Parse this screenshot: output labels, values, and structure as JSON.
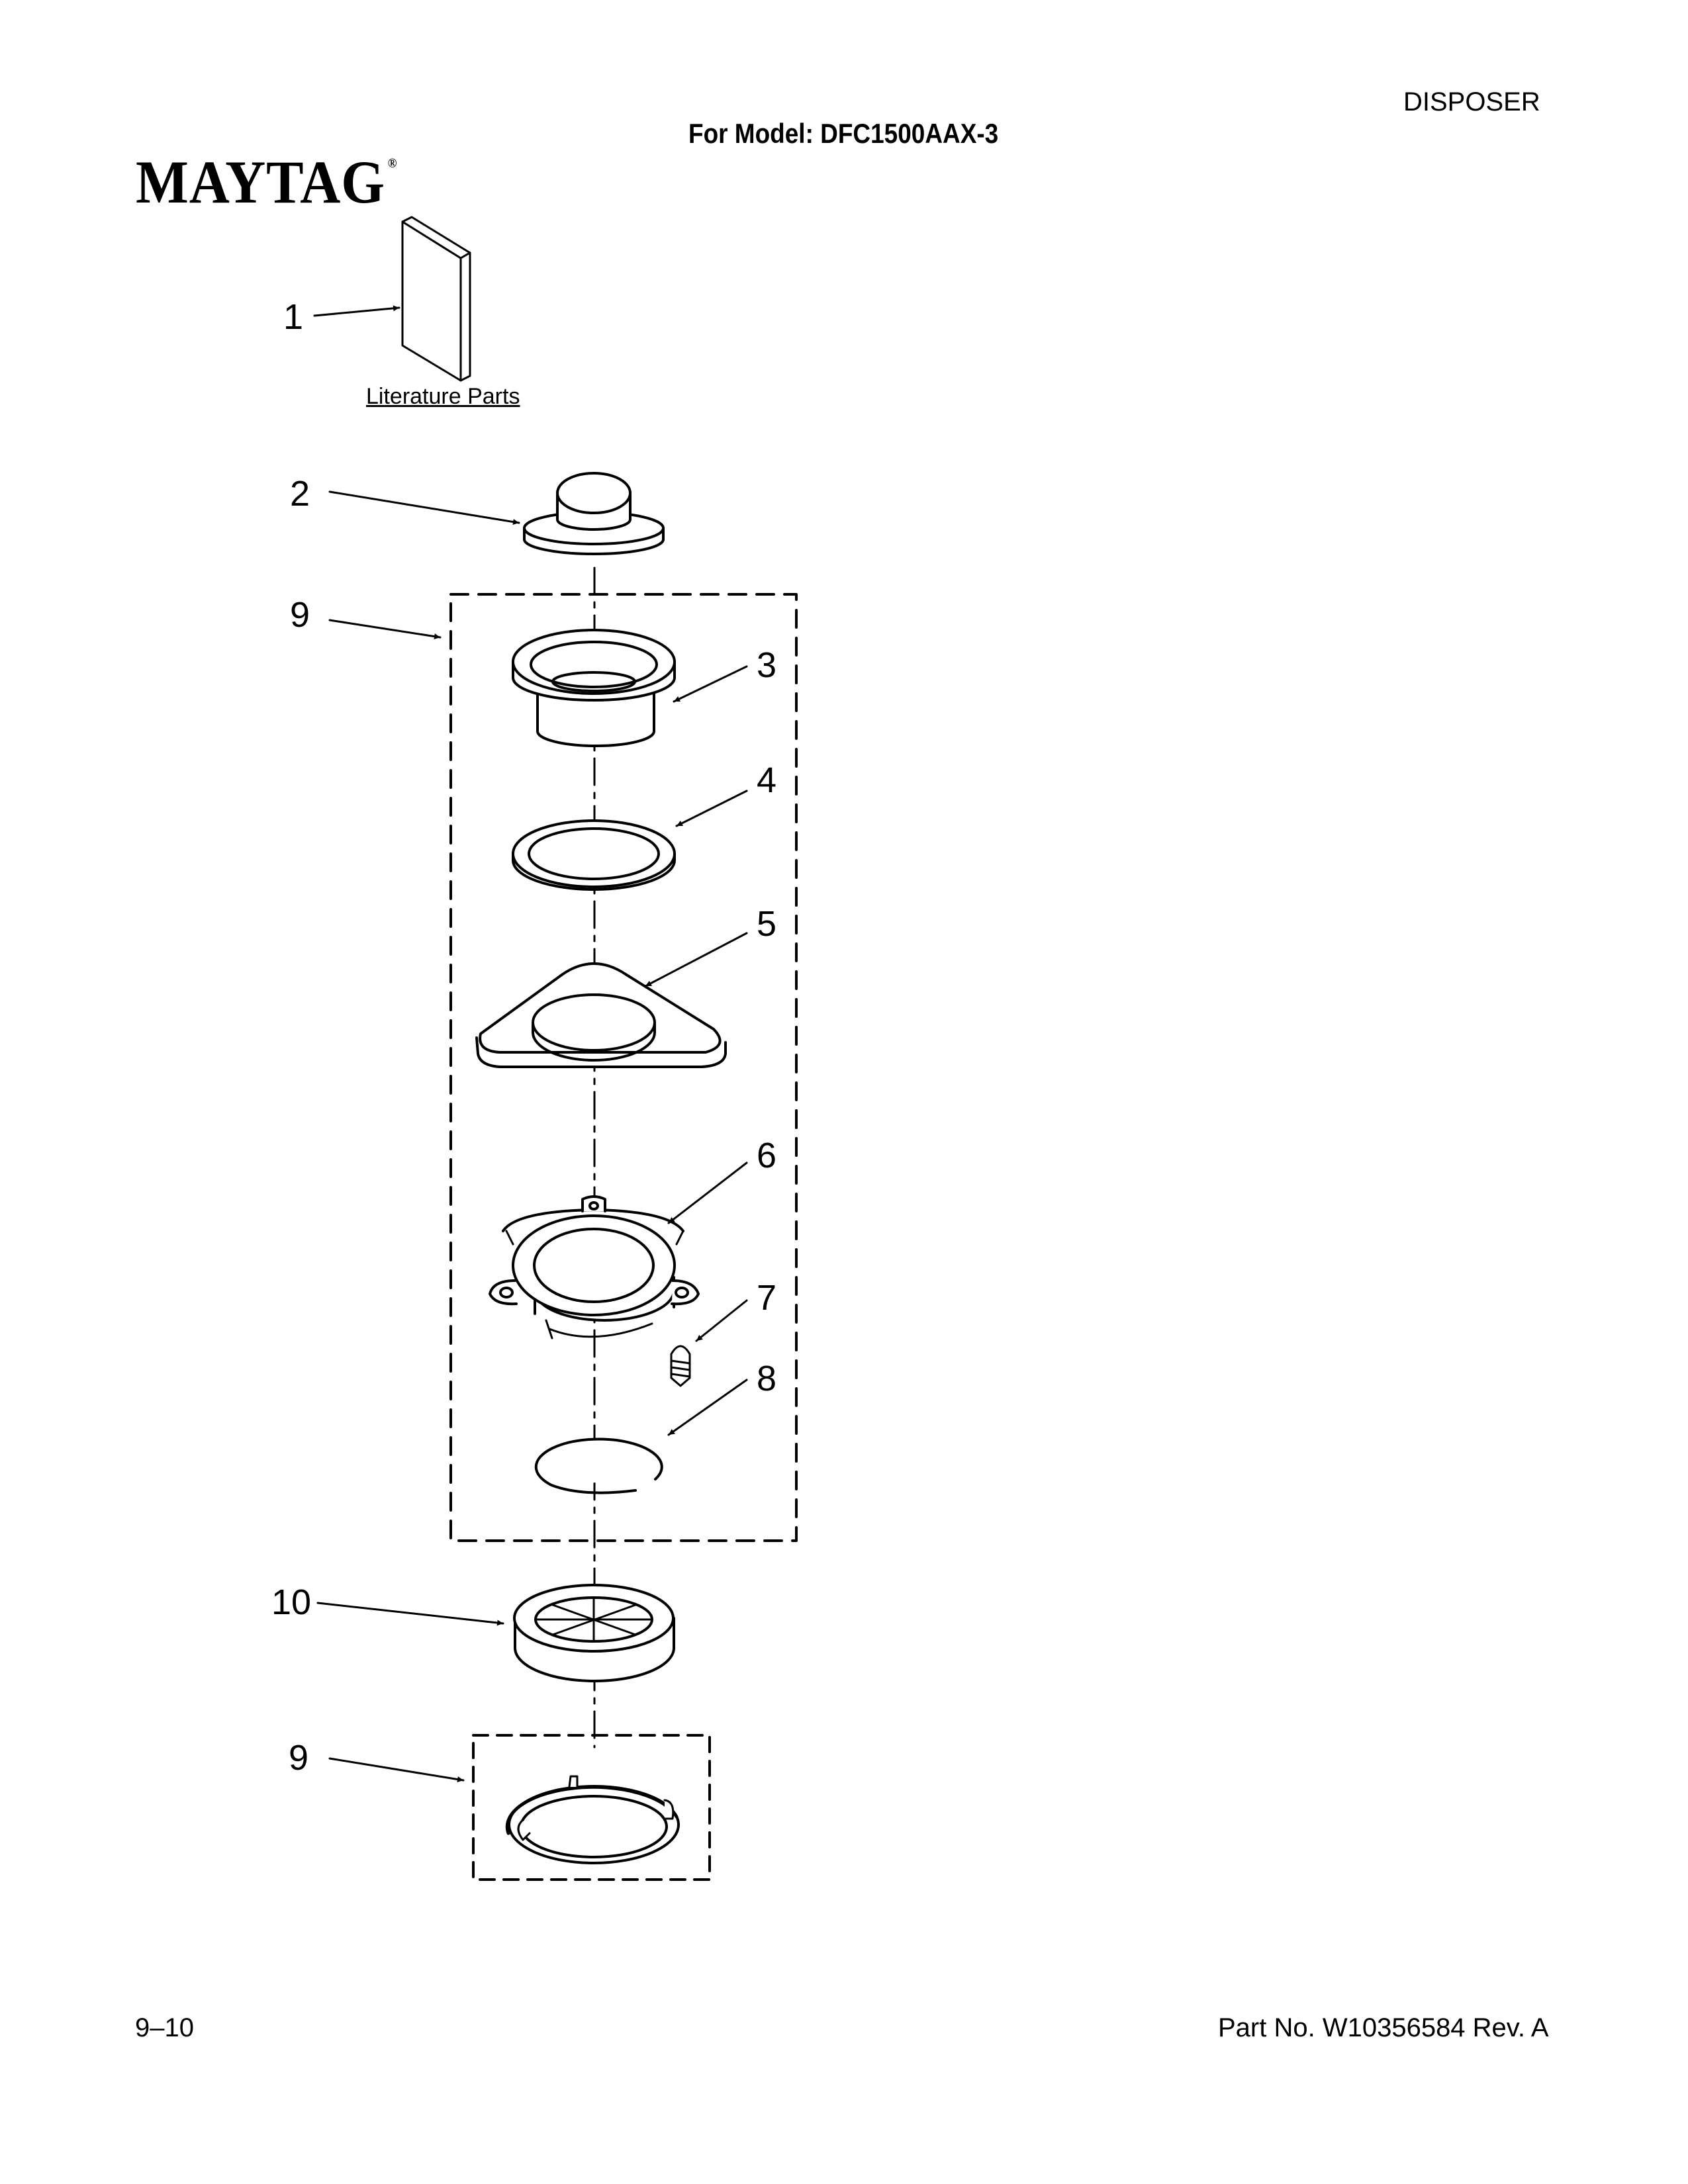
{
  "header": {
    "category": "DISPOSER",
    "model": "For Model: DFC1500AAX-3",
    "brand": "MAYTAG",
    "brand_mark": "®"
  },
  "literature": {
    "label": "Literature Parts"
  },
  "callouts": {
    "c1": "1",
    "c2": "2",
    "c9a": "9",
    "c3": "3",
    "c4": "4",
    "c5": "5",
    "c6": "6",
    "c7": "7",
    "c8": "8",
    "c10": "10",
    "c9b": "9"
  },
  "footer": {
    "left": "9–10",
    "right": "Part No. W10356584 Rev. A"
  },
  "colors": {
    "ink": "#000000",
    "paper": "#ffffff"
  }
}
